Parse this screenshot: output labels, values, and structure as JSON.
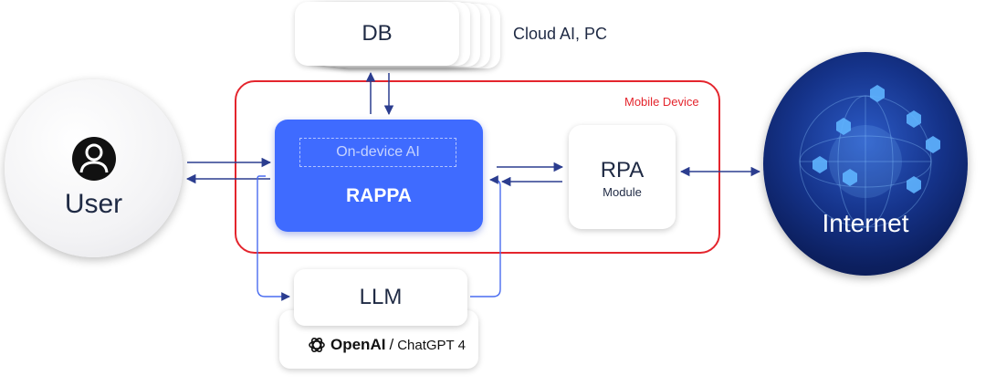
{
  "db": {
    "label": "DB",
    "caption": "Cloud AI, PC"
  },
  "device": {
    "label": "Mobile Device"
  },
  "user": {
    "label": "User",
    "icon": "user-icon"
  },
  "rappa": {
    "label": "RAPPA",
    "inner_label": "On-device AI"
  },
  "rpa": {
    "title": "RPA",
    "subtitle": "Module"
  },
  "internet": {
    "label": "Internet",
    "icon": "globe-network-icon"
  },
  "llm": {
    "label": "LLM",
    "provider": "OpenAI",
    "model": "ChatGPT 4",
    "provider_icon": "openai-logo-icon"
  },
  "colors": {
    "accent": "#3f6bff",
    "device_border": "#e4252d",
    "arrow": "#2b3d8f",
    "text": "#1f2a44",
    "internet_bg": "#15338a"
  }
}
